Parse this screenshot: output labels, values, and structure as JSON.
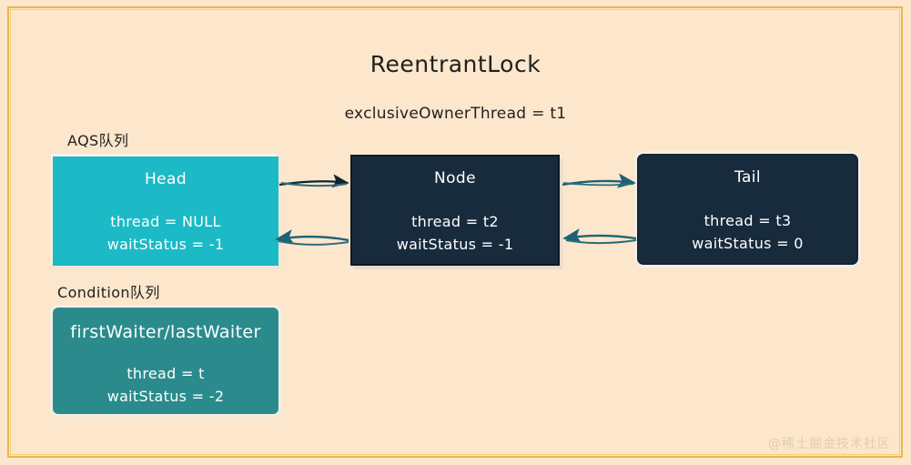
{
  "diagram": {
    "title": "ReentrantLock",
    "subtitle": "exclusiveOwnerThread = t1",
    "background_color": "#fce6cc",
    "frame_color": "#e9b949",
    "watermark": "@稀土掘金技术社区"
  },
  "sections": {
    "aqs_label": "AQS队列",
    "condition_label": "Condition队列"
  },
  "nodes": [
    {
      "id": "head",
      "title": "Head",
      "line1": "thread = NULL",
      "line2": "waitStatus = -1",
      "fill_color": "#1cb9c6",
      "text_color": "#ffffff"
    },
    {
      "id": "node",
      "title": "Node",
      "line1": "thread = t2",
      "line2": "waitStatus = -1",
      "fill_color": "#182b3d",
      "text_color": "#ffffff"
    },
    {
      "id": "tail",
      "title": "Tail",
      "line1": "thread = t3",
      "line2": "waitStatus = 0",
      "fill_color": "#182b3d",
      "text_color": "#ffffff"
    },
    {
      "id": "condition",
      "title": "firstWaiter/lastWaiter",
      "line1": "thread = t",
      "line2": "waitStatus = -2",
      "fill_color": "#2b8b8c",
      "text_color": "#ffffff"
    }
  ],
  "connectors": [
    {
      "id": "head-to-node",
      "from": "head",
      "to": "node",
      "direction": "right",
      "color": "#10232f"
    },
    {
      "id": "node-to-head",
      "from": "node",
      "to": "head",
      "direction": "left",
      "color": "#1d6275"
    },
    {
      "id": "node-to-tail",
      "from": "node",
      "to": "tail",
      "direction": "right",
      "color": "#1d6275"
    },
    {
      "id": "tail-to-node",
      "from": "tail",
      "to": "node",
      "direction": "left",
      "color": "#1d6275"
    }
  ]
}
